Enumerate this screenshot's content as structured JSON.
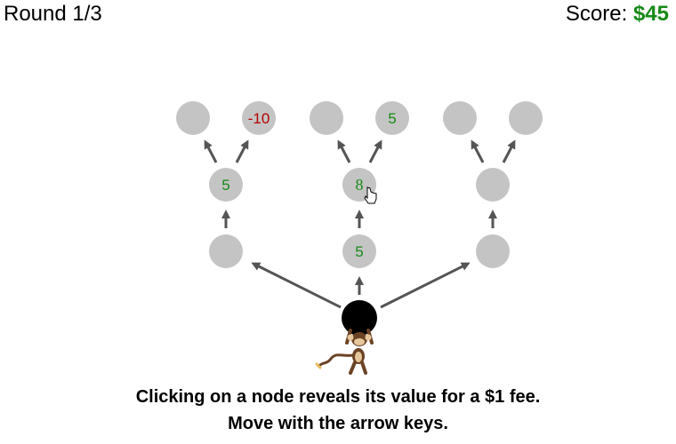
{
  "header": {
    "round_label": "Round 1/3",
    "score_label": "Score:",
    "score_value": "$45"
  },
  "colors": {
    "node_fill": "#c4c4c4",
    "positive": "#178a17",
    "negative": "#b40000",
    "arrow": "#555555",
    "player": "#000000",
    "score_accent": "#178a17"
  },
  "tree": {
    "level1": [
      {
        "id": "left",
        "value": ""
      },
      {
        "id": "mid",
        "value": "5"
      },
      {
        "id": "right",
        "value": ""
      }
    ],
    "level2": [
      {
        "id": "left",
        "value": "5"
      },
      {
        "id": "mid",
        "value": "8"
      },
      {
        "id": "right",
        "value": ""
      }
    ],
    "level3": [
      {
        "id": "left-a",
        "value": ""
      },
      {
        "id": "left-b",
        "value": "-10"
      },
      {
        "id": "mid-a",
        "value": ""
      },
      {
        "id": "mid-b",
        "value": "5"
      },
      {
        "id": "right-a",
        "value": ""
      },
      {
        "id": "right-b",
        "value": ""
      }
    ]
  },
  "player": {
    "icon": "monkey-icon"
  },
  "cursor": {
    "icon": "hand-pointer-icon"
  },
  "instructions": {
    "line1": "Clicking on a node reveals its value for a $1 fee.",
    "line2": "Move with the arrow keys."
  }
}
